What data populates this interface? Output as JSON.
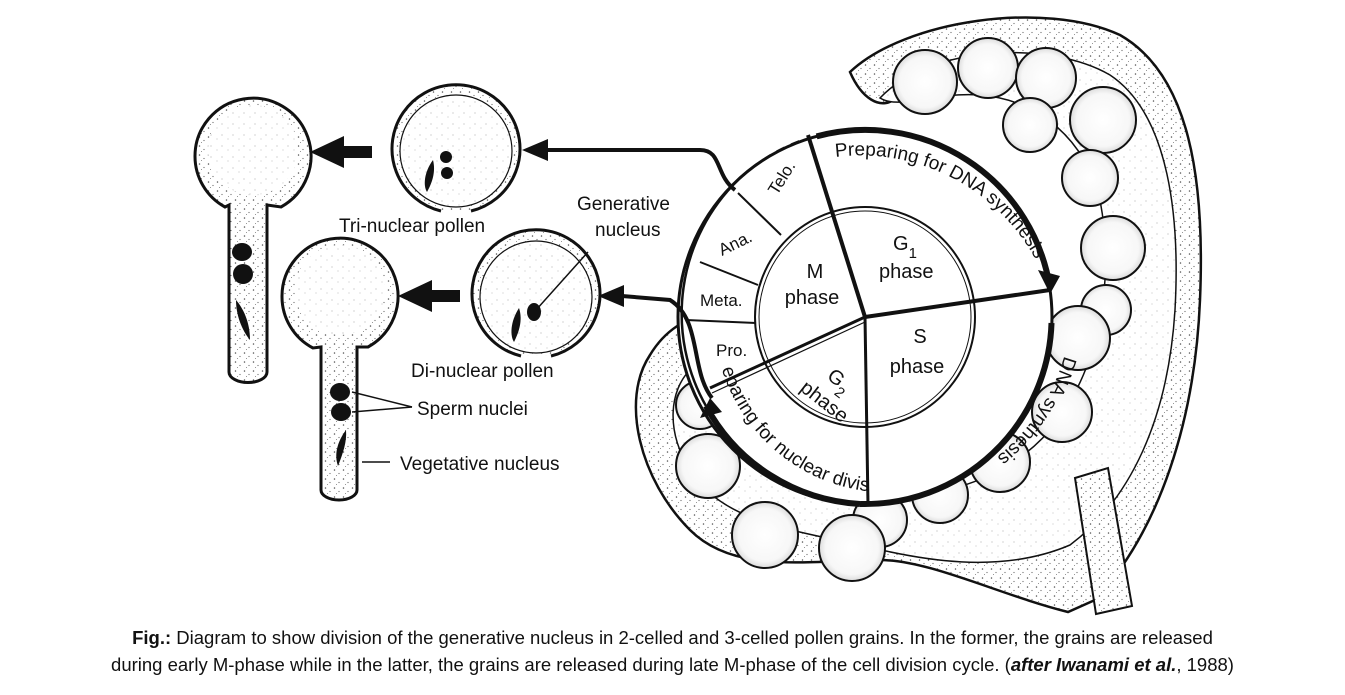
{
  "labels": {
    "tri_nuclear_pollen": "Tri-nuclear pollen",
    "di_nuclear_pollen": "Di-nuclear pollen",
    "generative_nucleus_line1": "Generative",
    "generative_nucleus_line2": "nucleus",
    "sperm_nuclei": "Sperm nuclei",
    "vegetative_nucleus": "Vegetative nucleus"
  },
  "cycle": {
    "m_segments": [
      "Telo.",
      "Ana.",
      "Meta.",
      "Pro."
    ],
    "m_phase_line1": "M",
    "m_phase_line2": "phase",
    "g1_main": "G",
    "g1_sub": "1",
    "g1_line2": "phase",
    "s_line1": "S",
    "s_line2": "phase",
    "g2_main": "G",
    "g2_sub": "2",
    "g2_line2": "phase",
    "outer_g1": "Preparing for DNA synthesis",
    "outer_s": "DNA synthesis",
    "outer_g2": "Preparing for nuclear division"
  },
  "caption": {
    "fig": "Fig.:",
    "text1": " Diagram to show division of the generative nucleus in 2-celled and 3-celled pollen grains. In the former, the grains are released",
    "text2": "during early M-phase while in the latter, the grains are released during late M-phase of the cell division cycle. (",
    "citation": "after Iwanami et al.",
    "text3": ", 1988)"
  }
}
